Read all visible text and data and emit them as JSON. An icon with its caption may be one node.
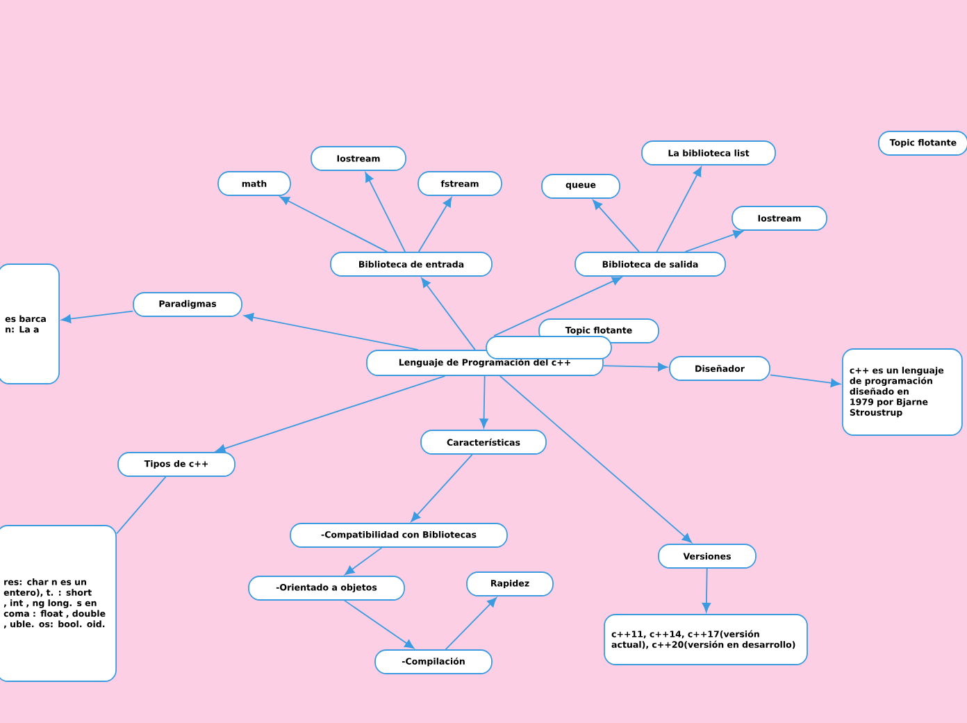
{
  "diagram": {
    "nodes": [
      {
        "text": [
          "Lenguaje de Programación del c++"
        ]
      },
      {
        "text": [
          "Biblioteca de entrada"
        ]
      },
      {
        "text": [
          "math"
        ]
      },
      {
        "text": [
          "Iostream"
        ]
      },
      {
        "text": [
          "fstream"
        ]
      },
      {
        "text": [
          "Biblioteca de salida"
        ]
      },
      {
        "text": [
          "queue"
        ]
      },
      {
        "text": [
          "La biblioteca list"
        ]
      },
      {
        "text": [
          "Iostream"
        ]
      },
      {
        "text": [
          "Paradigmas"
        ]
      },
      {
        "text": [
          "es barca n: La a"
        ]
      },
      {
        "text": [
          "Diseñador"
        ]
      },
      {
        "text": [
          "c++ es un lenguaje de programación diseñado en 1979 por Bjarne Stroustrup"
        ]
      },
      {
        "text": [
          "Tipos de c++"
        ]
      },
      {
        "text": [
          "res: char n es un entero), t. : short , int , ng long. s en coma : float , double , uble. os: bool. oid."
        ]
      },
      {
        "text": [
          "Características"
        ]
      },
      {
        "text": [
          "-Compatibilidad con Bibliotecas"
        ]
      },
      {
        "text": [
          "-Orientado a objetos"
        ]
      },
      {
        "text": [
          "Rapidez"
        ]
      },
      {
        "text": [
          "-Compilación"
        ]
      },
      {
        "text": [
          "Versiones"
        ]
      },
      {
        "text": [
          "c++11, c++14, c++17(versión actual), c++20(versión en desarrollo)"
        ]
      },
      {
        "text": [
          "Topic flotante"
        ]
      },
      {
        "text": [],
        "shape": "box"
      },
      {
        "text": [
          "Topic flotante"
        ]
      }
    ],
    "edges": [
      {
        "from": 0,
        "to": 1,
        "arrow": "to"
      },
      {
        "from": 1,
        "to": 2,
        "arrow": "to"
      },
      {
        "from": 1,
        "to": 3,
        "arrow": "to"
      },
      {
        "from": 1,
        "to": 4,
        "arrow": "to"
      },
      {
        "from": 23,
        "to": 5,
        "arrow": "to"
      },
      {
        "from": 5,
        "to": 6,
        "arrow": "to"
      },
      {
        "from": 5,
        "to": 7,
        "arrow": "to"
      },
      {
        "from": 5,
        "to": 8,
        "arrow": "to"
      },
      {
        "from": 0,
        "to": 9,
        "arrow": "to"
      },
      {
        "from": 9,
        "to": 10,
        "arrow": "to"
      },
      {
        "from": 0,
        "to": 11,
        "arrow": "to"
      },
      {
        "from": 11,
        "to": 12,
        "arrow": "to"
      },
      {
        "from": 0,
        "to": 13,
        "arrow": "to"
      },
      {
        "from": 13,
        "to": 14,
        "arrow": "none"
      },
      {
        "from": 0,
        "to": 15,
        "arrow": "to"
      },
      {
        "from": 15,
        "to": 16,
        "arrow": "to"
      },
      {
        "from": 16,
        "to": 17,
        "arrow": "to"
      },
      {
        "from": 17,
        "to": 19,
        "arrow": "to"
      },
      {
        "from": 19,
        "to": 18,
        "arrow": "to"
      },
      {
        "from": 0,
        "to": 20,
        "arrow": "to"
      },
      {
        "from": 20,
        "to": 21,
        "arrow": "to"
      }
    ]
  }
}
